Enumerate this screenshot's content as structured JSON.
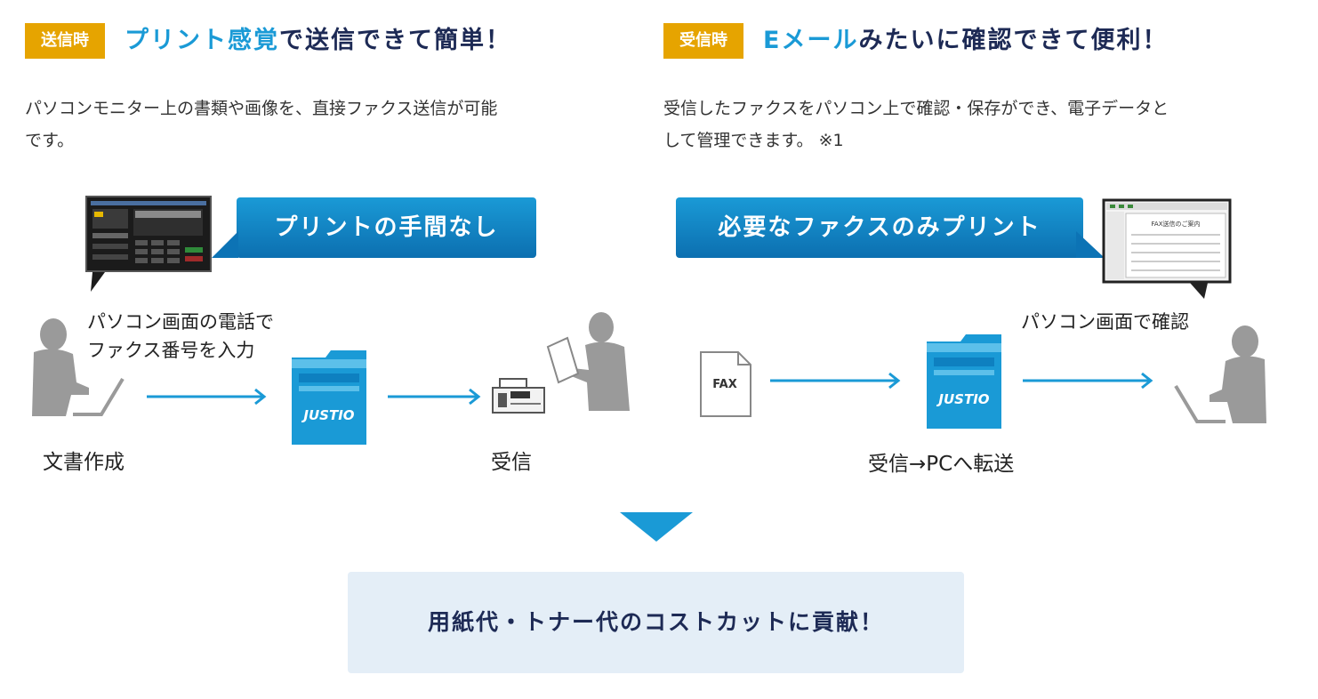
{
  "send": {
    "badge": "送信時",
    "heading_hl": "プリント感覚",
    "heading_rest": "で送信できて簡単！",
    "desc_line1": "パソコンモニター上の書類や画像を、直接ファクス送信が可能",
    "desc_line2": "です。",
    "bubble": "プリントの手間なし",
    "caption_line1": "パソコン画面の電話で",
    "caption_line2": "ファクス番号を入力",
    "label_create": "文書作成",
    "label_receive": "受信",
    "device_brand": "JUSTIO"
  },
  "receive": {
    "badge": "受信時",
    "heading_hl": "Eメール",
    "heading_rest": "みたいに確認できて便利！",
    "desc_line1": "受信したファクスをパソコン上で確認・保存ができ、電子データと",
    "desc_line2": "して管理できます。 ※1",
    "bubble": "必要なファクスのみプリント",
    "caption": "パソコン画面で確認",
    "label_forward": "受信→PCへ転送",
    "fax_doc": "FAX",
    "device_brand": "JUSTIO",
    "screen_title": "FAX送信のご案内"
  },
  "result": {
    "text": "用紙代・トナー代のコストカットに貢献！"
  },
  "colors": {
    "accent_blue": "#1a9ad6",
    "badge_orange": "#e6a400",
    "navy": "#1d2a55",
    "result_bg": "#e4eef7",
    "person_gray": "#9a9a9a"
  }
}
